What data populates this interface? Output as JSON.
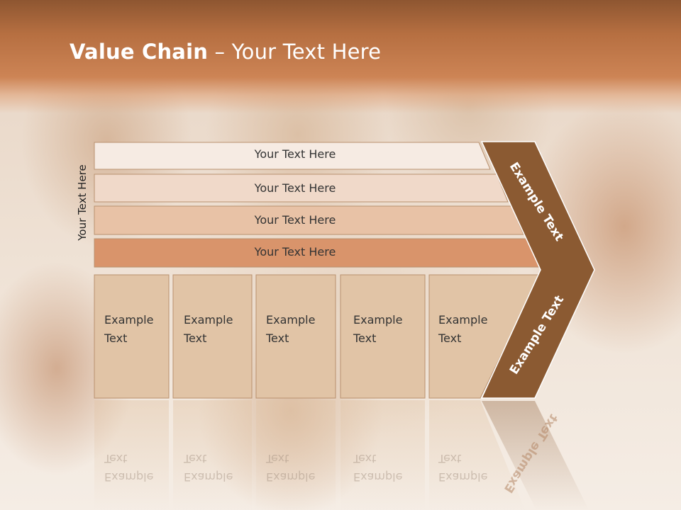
{
  "title": {
    "bold": "Value Chain",
    "rest": " – Your Text Here"
  },
  "side_label": "Your Text Here",
  "rows": [
    {
      "label": "Your Text Here",
      "color": "#f6ebe3"
    },
    {
      "label": "Your Text Here",
      "color": "#f0d9c9"
    },
    {
      "label": "Your Text Here",
      "color": "#e8c2a6"
    },
    {
      "label": "Your Text Here",
      "color": "#d9946b"
    }
  ],
  "boxes": [
    {
      "line1": "Example",
      "line2": "Text"
    },
    {
      "line1": "Example",
      "line2": "Text"
    },
    {
      "line1": "Example",
      "line2": "Text"
    },
    {
      "line1": "Example",
      "line2": "Text"
    },
    {
      "line1": "Example",
      "line2": "Text"
    }
  ],
  "arrow": {
    "top": "Example Text",
    "bottom": "Example Text",
    "color": "#8b5a32"
  },
  "colors": {
    "header": "#c37a4b",
    "box_fill": "#e1c4a6",
    "border": "#b9916f"
  }
}
